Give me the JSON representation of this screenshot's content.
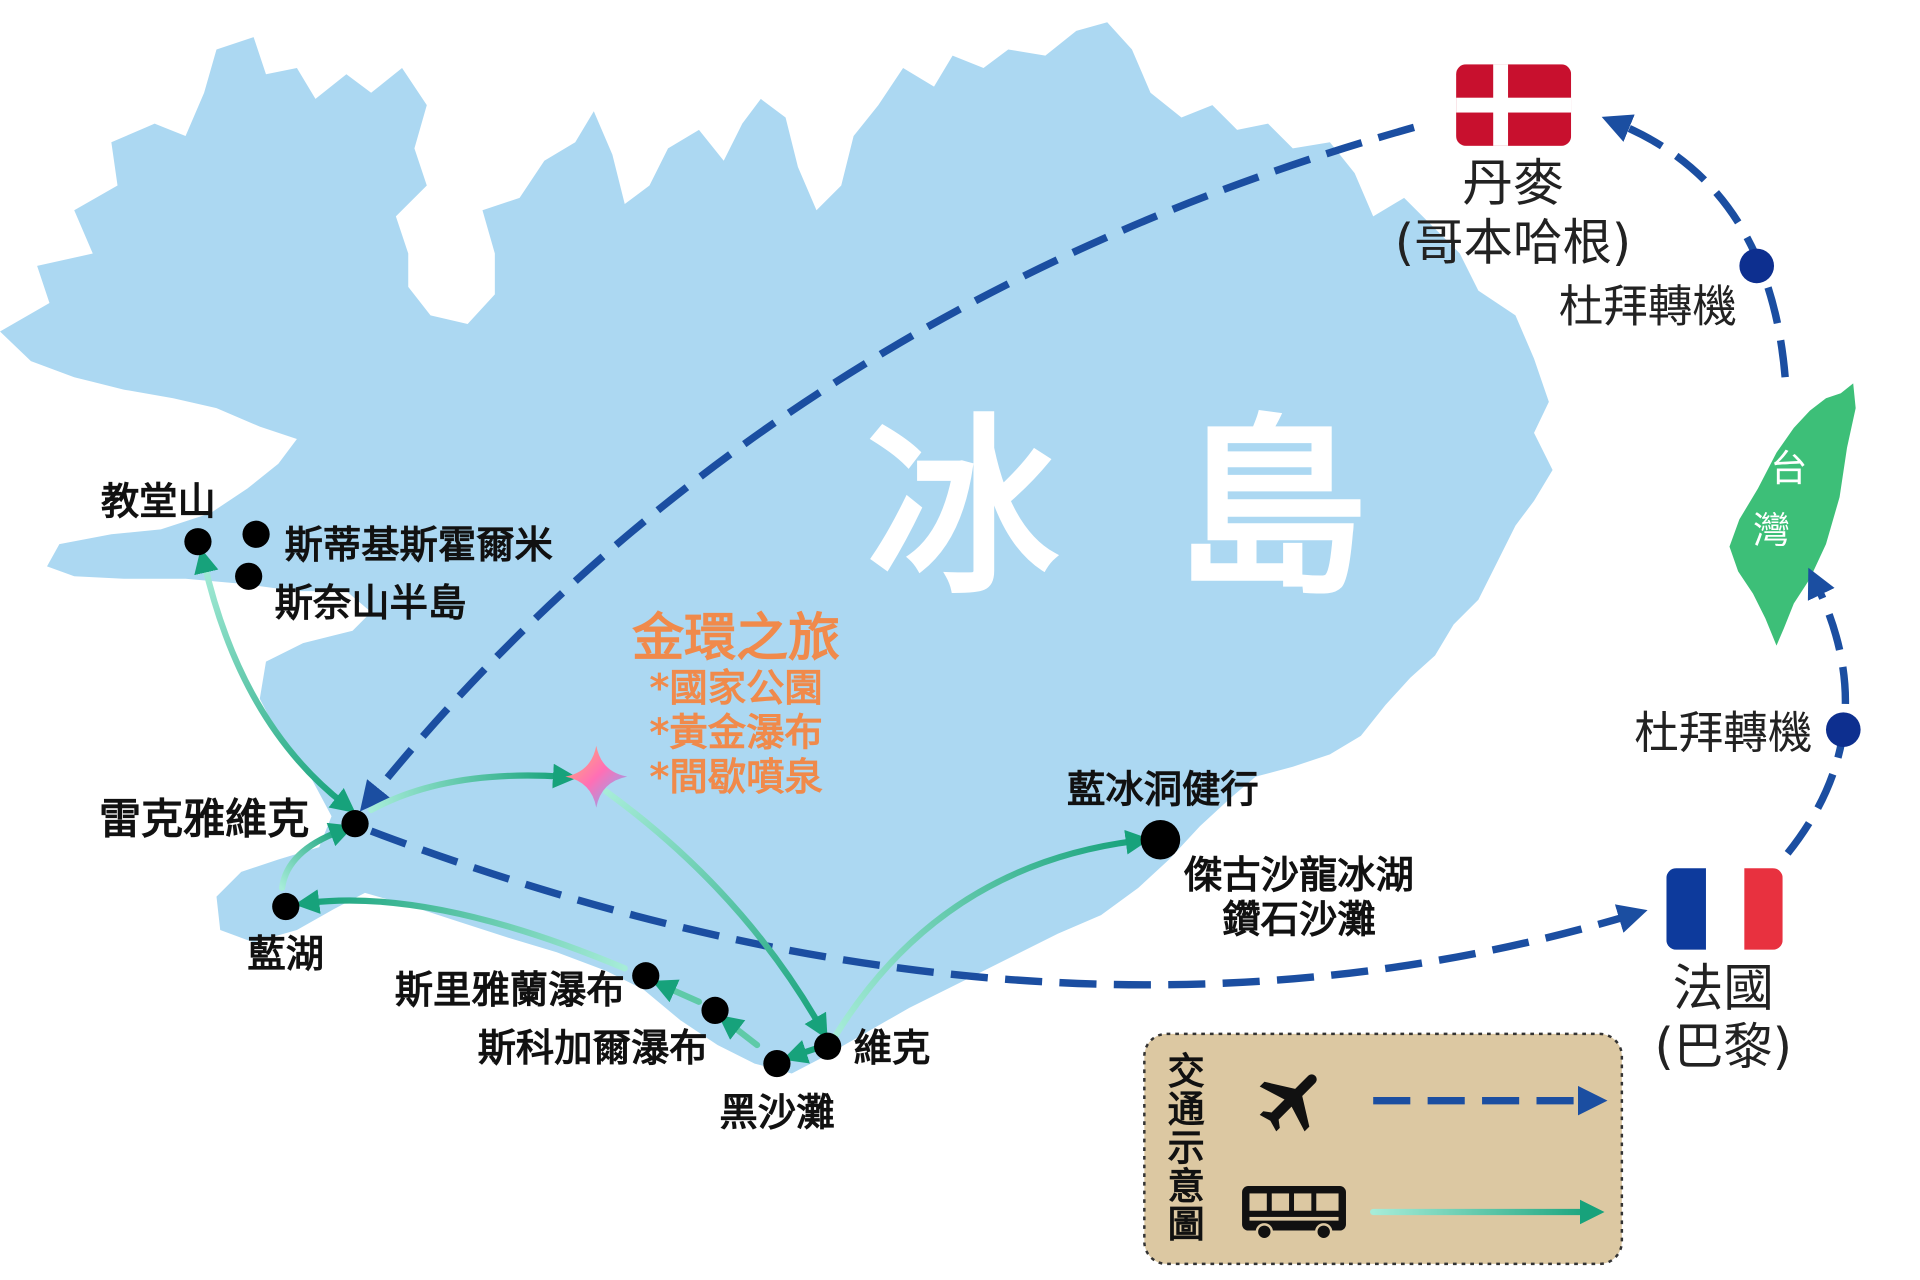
{
  "map": {
    "country": {
      "char1": "冰",
      "char2": "島"
    },
    "places": {
      "church_mountain": "教堂山",
      "stykkisholmur": "斯蒂基斯霍爾米",
      "snaefellsnes": "斯奈山半島",
      "reykjavik": "雷克雅維克",
      "blue_lagoon": "藍湖",
      "seljalandsfoss": "斯里雅蘭瀑布",
      "skogafoss": "斯科加爾瀑布",
      "black_sand_beach": "黑沙灘",
      "vik": "維克",
      "ice_cave": "藍冰洞健行",
      "jokulsarlon": "傑古沙龍冰湖",
      "diamond_beach": "鑽石沙灘"
    },
    "golden_circle": {
      "title": "金環之旅",
      "items": [
        "*國家公園",
        "*黃金瀑布",
        "*間歇噴泉"
      ]
    }
  },
  "destinations": {
    "denmark": {
      "name": "丹麥",
      "city": "(哥本哈根)",
      "flag_icon": "denmark-flag-icon"
    },
    "france": {
      "name": "法國",
      "city": "(巴黎)",
      "flag_icon": "france-flag-icon"
    },
    "taiwan": {
      "char1": "台",
      "char2": "灣"
    }
  },
  "transit": {
    "stop1": "杜拜轉機",
    "stop2": "杜拜轉機"
  },
  "legend": {
    "title": "交通示意圖",
    "icons": [
      "airplane-icon",
      "bus-icon"
    ]
  },
  "colors": {
    "background": "#ffffff",
    "island": "#acd8f2",
    "flight_line": "#1b4ea1",
    "bus_line_light": "#a6ecd8",
    "bus_line_dark": "#17a27b",
    "golden_circle_text": "#f08a4b",
    "taiwan": "#3dbf78",
    "transit_dot": "#0d2f8f",
    "legend_background": "#dcc8a2",
    "denmark_red": "#c8102e",
    "france_blue": "#0d3a9c",
    "france_red": "#e8313f"
  }
}
